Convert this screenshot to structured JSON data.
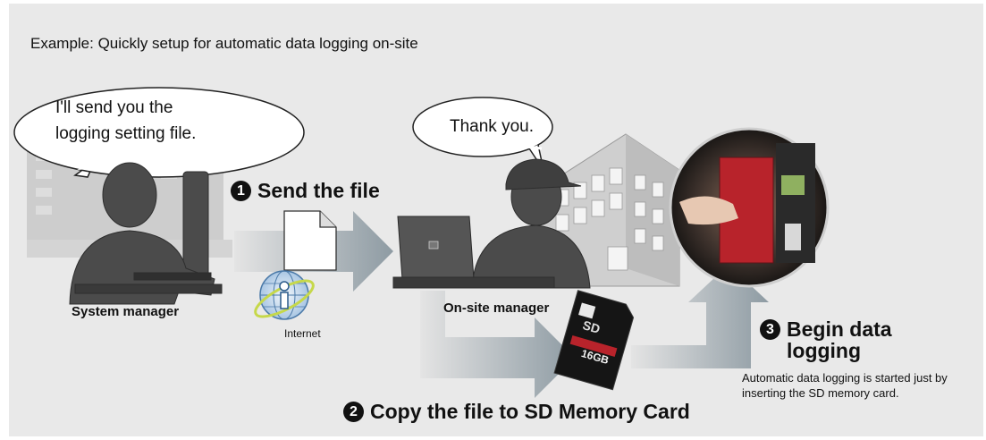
{
  "heading": "Example: Quickly setup for automatic data logging on-site",
  "system_manager": {
    "speech": [
      "I'll send you the",
      "logging setting file."
    ],
    "label": "System manager"
  },
  "onsite_manager": {
    "speech": "Thank you.",
    "label": "On-site manager"
  },
  "internet_label": "Internet",
  "steps": [
    {
      "number": "1",
      "text": "Send the file"
    },
    {
      "number": "2",
      "text": "Copy the file to SD Memory Card"
    },
    {
      "number": "3",
      "text_lines": [
        "Begin data",
        "logging"
      ]
    }
  ],
  "step3_description": "Automatic data logging is started just by inserting the SD memory card.",
  "sd_card": {
    "capacity": "16GB"
  },
  "colors": {
    "panel": "#e9e9e9",
    "arrow": "#8c9aa3",
    "figure": "#4b4b4b",
    "plc_red": "#b8232b"
  }
}
